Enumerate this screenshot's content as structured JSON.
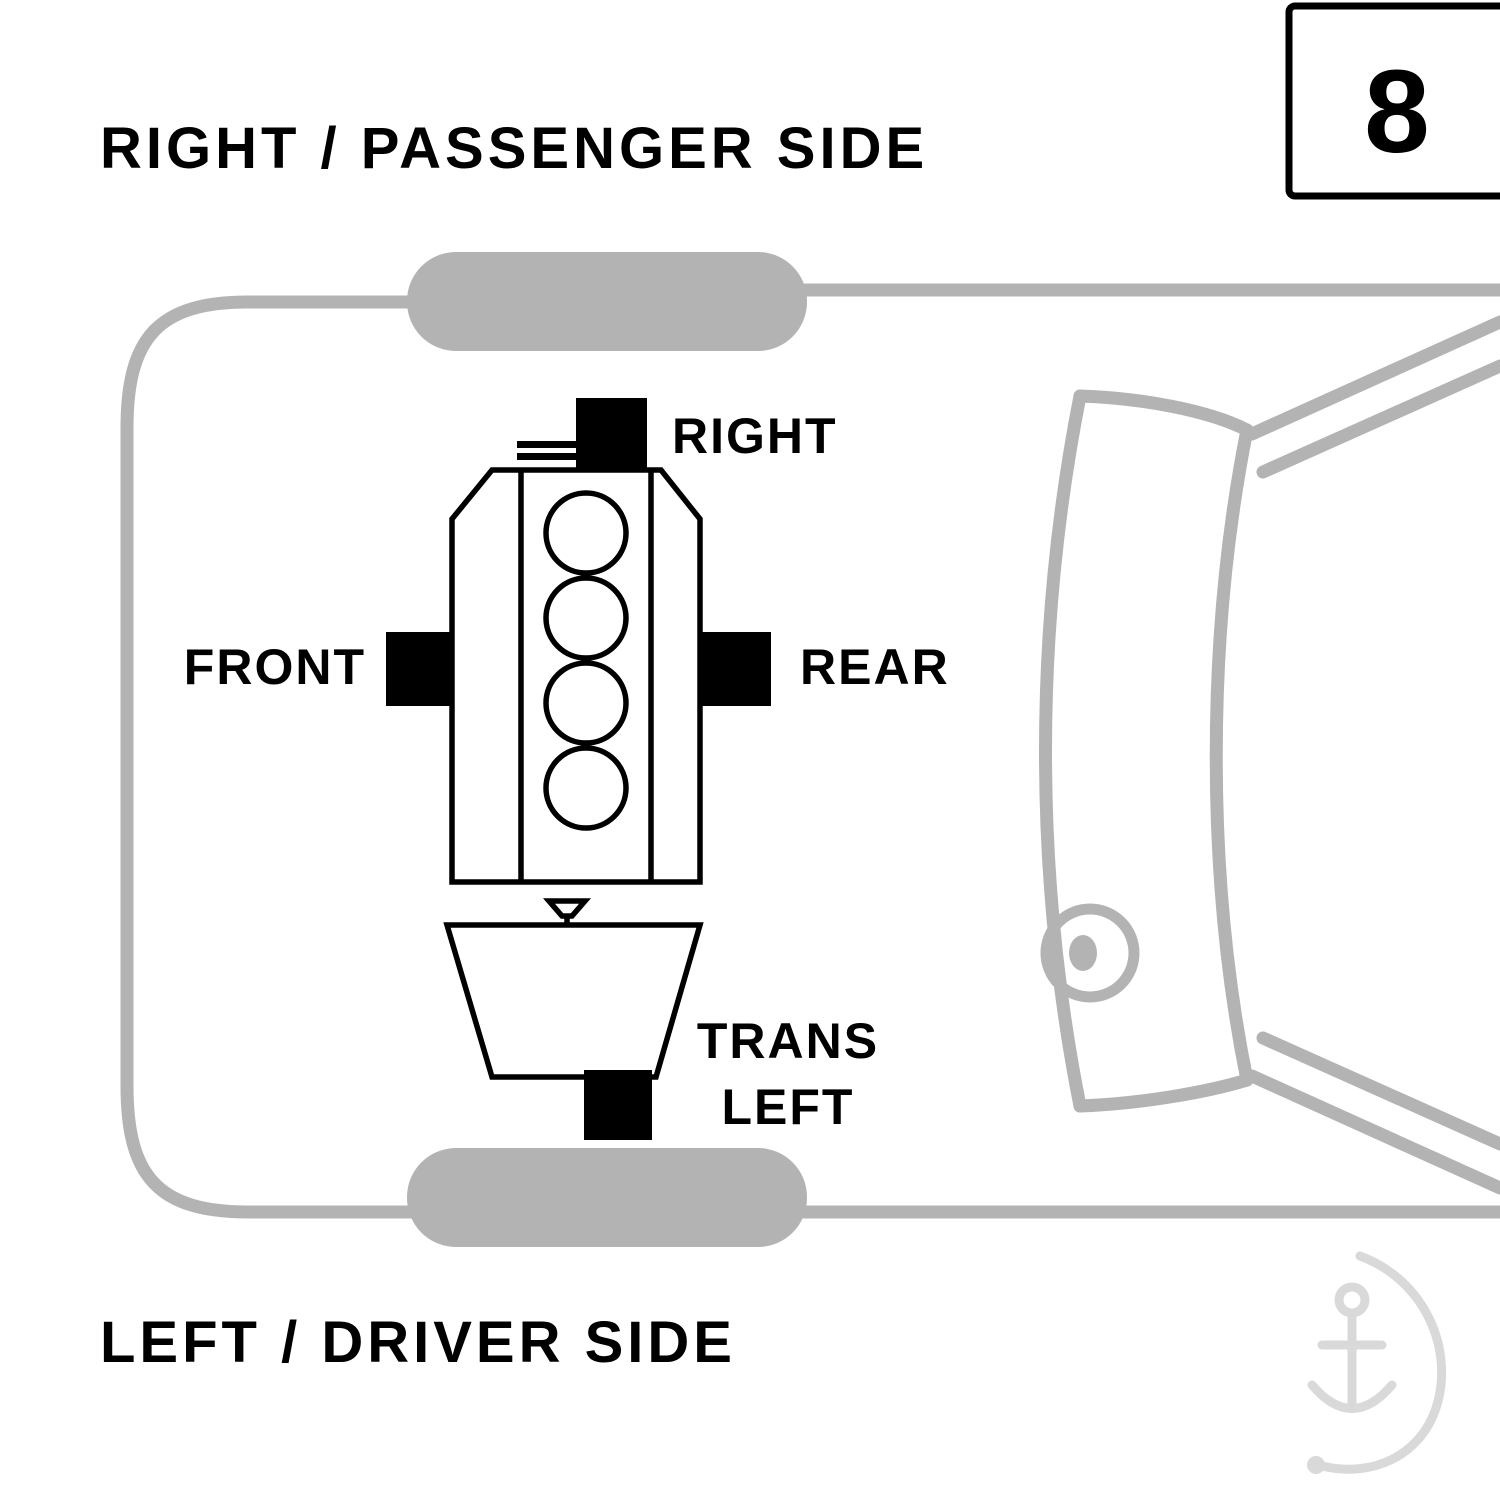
{
  "diagram": {
    "title_top": "RIGHT / PASSENGER SIDE",
    "title_bottom": "LEFT / DRIVER SIDE",
    "page_number": "8",
    "labels": {
      "right_mount": "RIGHT",
      "front_mount": "FRONT",
      "rear_mount": "REAR",
      "trans_line1": "TRANS",
      "trans_line2": "LEFT"
    },
    "colors": {
      "car_outline": "#b3b3b3",
      "line": "#000000",
      "mount": "#000000",
      "watermark": "#d9d9d9"
    }
  }
}
